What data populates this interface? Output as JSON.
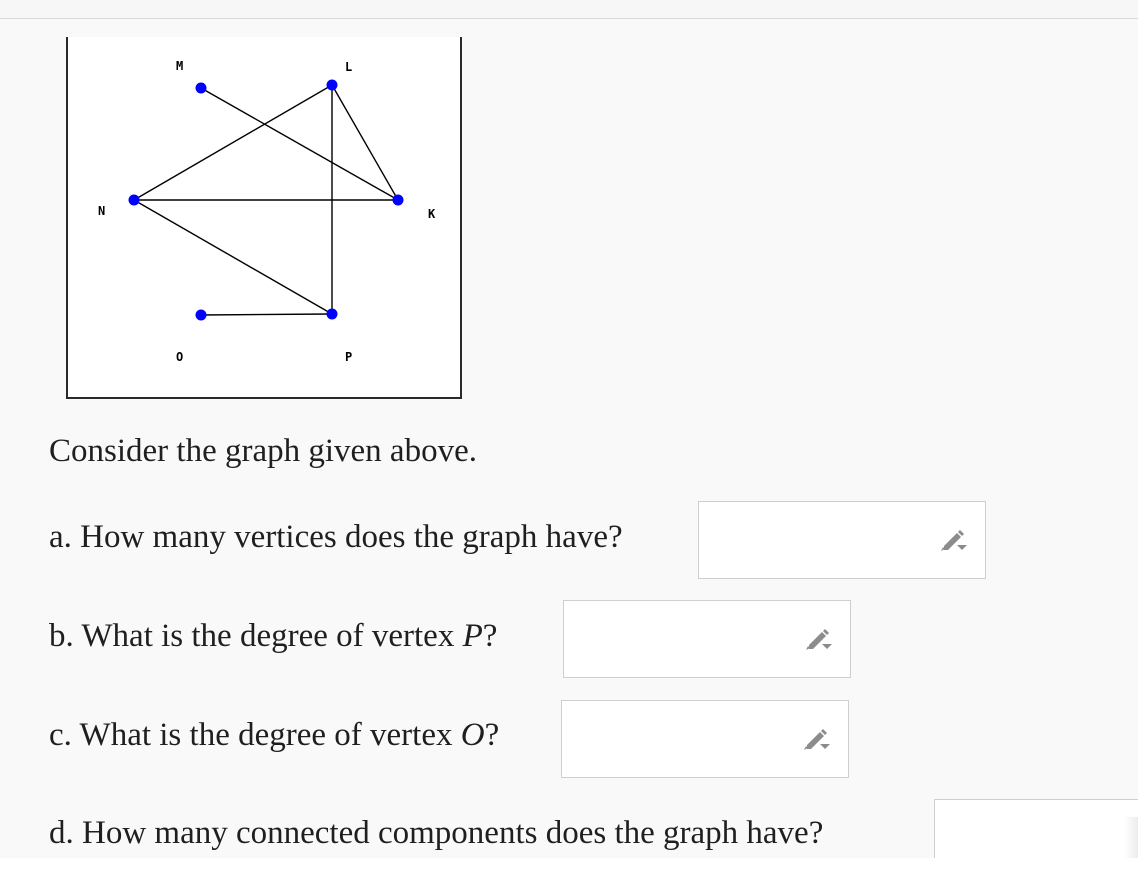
{
  "graph": {
    "vertices": [
      {
        "label": "M",
        "name": "vertex-m"
      },
      {
        "label": "L",
        "name": "vertex-l"
      },
      {
        "label": "N",
        "name": "vertex-n"
      },
      {
        "label": "K",
        "name": "vertex-k"
      },
      {
        "label": "O",
        "name": "vertex-o"
      },
      {
        "label": "P",
        "name": "vertex-p"
      }
    ],
    "edges": [
      [
        "M",
        "K"
      ],
      [
        "L",
        "K"
      ],
      [
        "L",
        "N"
      ],
      [
        "L",
        "P"
      ],
      [
        "N",
        "K"
      ],
      [
        "N",
        "P"
      ],
      [
        "O",
        "P"
      ]
    ],
    "vertex_color": "#0000ff"
  },
  "intro": "Consider the graph given above.",
  "questions": {
    "a": {
      "prefix": "a. How many vertices does the graph have?",
      "var": "",
      "suffix": "",
      "value": ""
    },
    "b": {
      "prefix": "b. What is the degree of vertex ",
      "var": "P",
      "suffix": "?",
      "value": ""
    },
    "c": {
      "prefix": "c. What is the degree of vertex ",
      "var": "O",
      "suffix": "?",
      "value": ""
    },
    "d": {
      "prefix": "d. How many connected components does the graph have?",
      "var": "",
      "suffix": "",
      "value": ""
    }
  },
  "icons": {
    "edit": "pencil-dropdown-icon"
  }
}
